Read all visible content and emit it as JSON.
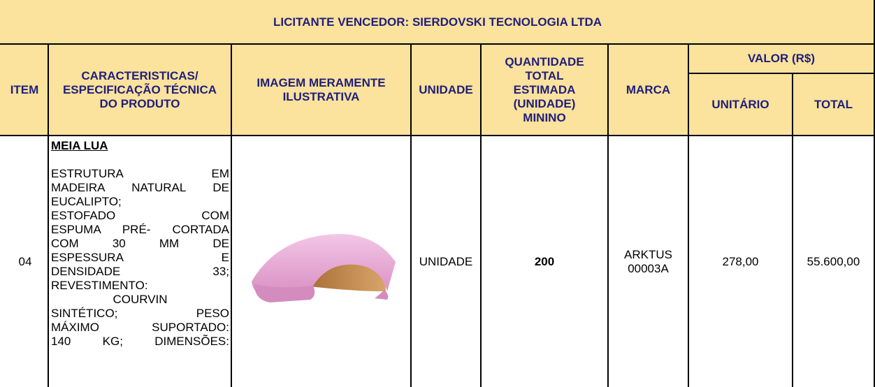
{
  "banner": "LICITANTE VENCEDOR: SIERDOVSKI TECNOLOGIA LTDA",
  "headers": {
    "item": "ITEM",
    "spec": "CARACTERISTICAS/ ESPECIFICAÇÃO TÉCNICA DO PRODUTO",
    "image": "IMAGEM MERAMENTE ILUSTRATIVA",
    "unit": "UNIDADE",
    "qty": "QUANTIDADE TOTAL ESTIMADA (UNIDADE) MININO",
    "brand": "MARCA",
    "value": "VALOR (R$)",
    "unit_price": "UNITÁRIO",
    "total": "TOTAL"
  },
  "row": {
    "item": "04",
    "product_name": "MEIA LUA",
    "spec_lines": [
      "ESTRUTURA EM",
      "MADEIRA NATURAL DE",
      "EUCALIPTO;",
      "ESTOFADO COM",
      "ESPUMA PRÉ- CORTADA",
      "COM 30 MM DE",
      "ESPESSURA E",
      "DENSIDADE 33;",
      "REVESTIMENTO:",
      "COURVIN",
      "SINTÉTICO; PESO",
      "MÁXIMO SUPORTADO:",
      "140 KG; DIMENSÕES:"
    ],
    "unit": "UNIDADE",
    "qty": "200",
    "brand_line1": "ARKTUS",
    "brand_line2": "00003A",
    "unit_price": "278,00",
    "total": "55.600,00"
  },
  "colors": {
    "header_bg": "#fbe29d",
    "header_text": "#1f1f7a",
    "image_cushion": "#e7a8d3",
    "image_wood": "#c08a52"
  }
}
